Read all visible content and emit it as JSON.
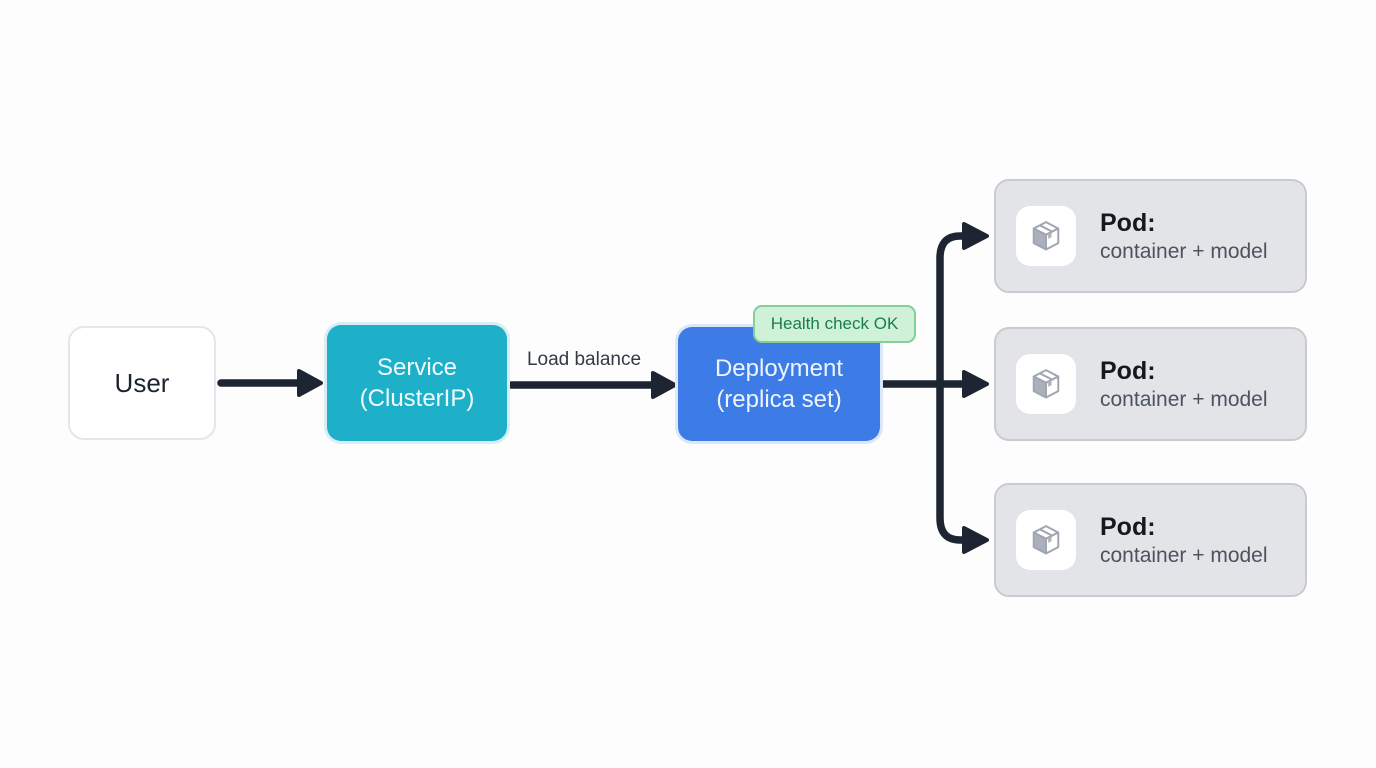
{
  "nodes": {
    "user": {
      "label": "User"
    },
    "service": {
      "label": "Service",
      "sublabel": "(ClusterIP)"
    },
    "deployment": {
      "label": "Deployment",
      "sublabel": "(replica set)"
    }
  },
  "labels": {
    "load_balance": "Load balance",
    "health_check_badge": "Health check OK"
  },
  "pods": [
    {
      "title": "Pod:",
      "subtitle": "container + model",
      "icon": "package-icon"
    },
    {
      "title": "Pod:",
      "subtitle": "container + model",
      "icon": "package-icon"
    },
    {
      "title": "Pod:",
      "subtitle": "container + model",
      "icon": "package-icon"
    }
  ],
  "colors": {
    "canvas-bg": "#fdfdfd",
    "arrow": "#1d2533",
    "user-bg": "#ffffff",
    "user-border": "#e3e6eb",
    "user-text": "#1b2430",
    "service-bg": "#1fb0c9",
    "service-halo": "#d9eef4",
    "service-text": "#effbfd",
    "deployment-bg": "#3d7ce6",
    "deployment-halo": "#dce8f9",
    "deployment-text": "#eef4fe",
    "badge-bg": "#cff1d8",
    "badge-border": "#83ce99",
    "badge-text": "#1b7e46",
    "pod-bg": "#e3e4e8",
    "pod-border": "#c9cbd1",
    "pod-title": "#16181d",
    "pod-subtitle": "#4c5360",
    "pod-icon": "#a0a6b1",
    "pod-icon-fill": "#abb1bc",
    "label-text": "#333a46"
  }
}
